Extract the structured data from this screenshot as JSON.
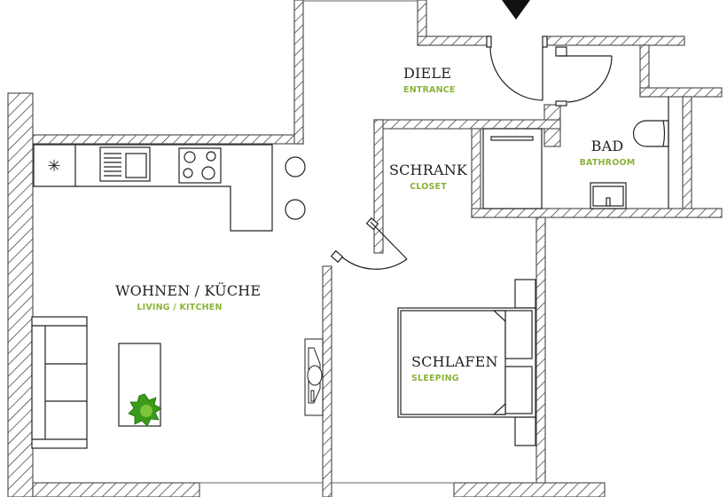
{
  "plan": {
    "rooms": [
      {
        "id": "wohnen",
        "name": "WOHNEN / KÜCHE",
        "sub": "LIVING / KITCHEN"
      },
      {
        "id": "diele",
        "name": "DIELE",
        "sub": "ENTRANCE"
      },
      {
        "id": "schrank",
        "name": "SCHRANK",
        "sub": "CLOSET"
      },
      {
        "id": "bad",
        "name": "BAD",
        "sub": "BATHROOM"
      },
      {
        "id": "schlafen",
        "name": "SCHLAFEN",
        "sub": "SLEEPING"
      }
    ],
    "colors": {
      "wall_stroke": "#555555",
      "line": "#222222",
      "label_green": "#8bb33a",
      "plant_dark": "#3a9a1a",
      "plant_light": "#7cc43a"
    },
    "icons": {
      "entrance_marker": "triangle-down",
      "fridge": "asterisk",
      "sink": "sink",
      "stove": "four-burner-stove",
      "stools": "circle",
      "sofa": "sofa",
      "plant": "plant",
      "tv": "tv",
      "bed": "double-bed",
      "toilet": "toilet",
      "washbasin": "washbasin",
      "shower": "shower"
    }
  }
}
